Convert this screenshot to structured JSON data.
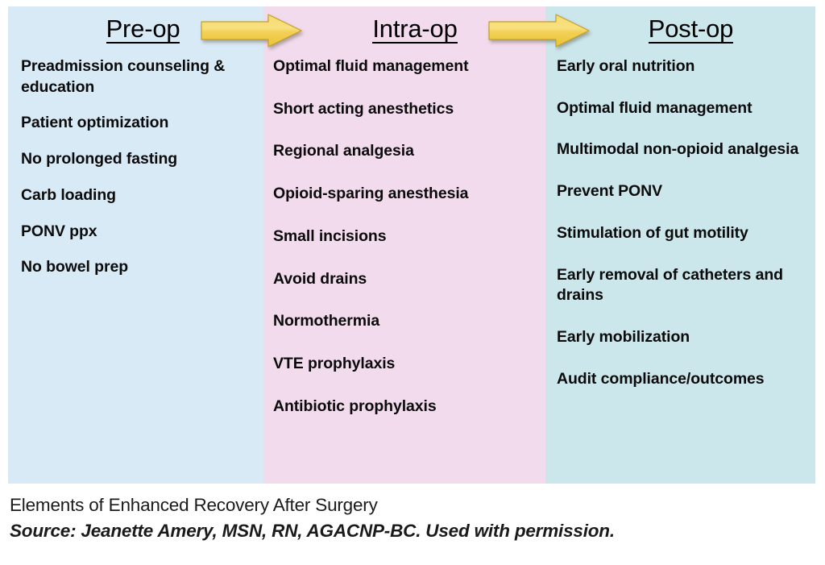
{
  "figure": {
    "name": "eras-elements-figure",
    "colors": {
      "preop_bg": "#d9eaf7",
      "intraop_bg": "#f2dbed",
      "postop_bg": "#cbe7ec",
      "arrow_fill": "#fbe06a",
      "arrow_fill_dark": "#e8c63a",
      "arrow_stroke": "#c9a227",
      "text": "#000000",
      "page_bg": "#ffffff"
    }
  },
  "columns": [
    {
      "id": "preop",
      "title": "Pre-op",
      "items": [
        "Preadmission counseling & education",
        "Patient optimization",
        "No prolonged fasting",
        "Carb loading",
        "PONV ppx",
        "No bowel prep"
      ]
    },
    {
      "id": "intraop",
      "title": "Intra-op",
      "items": [
        "Optimal fluid management",
        "Short acting anesthetics",
        "Regional analgesia",
        "Opioid-sparing anesthesia",
        "Small incisions",
        "Avoid drains",
        "Normothermia",
        "VTE prophylaxis",
        "Antibiotic prophylaxis"
      ]
    },
    {
      "id": "postop",
      "title": "Post-op",
      "items": [
        "Early oral nutrition",
        "Optimal fluid management",
        "Multimodal non-opioid analgesia",
        "Prevent PONV",
        "Stimulation of gut motility",
        "Early removal of catheters and drains",
        "Early mobilization",
        "Audit compliance/outcomes"
      ]
    }
  ],
  "arrows": [
    {
      "id": "arrow-preop-to-intraop",
      "icon": "right-arrow-icon"
    },
    {
      "id": "arrow-intraop-to-postop",
      "icon": "right-arrow-icon"
    }
  ],
  "caption": {
    "line1": "Elements of Enhanced Recovery After Surgery",
    "line2": "Source: Jeanette Amery, MSN, RN, AGACNP-BC. Used with permission."
  }
}
